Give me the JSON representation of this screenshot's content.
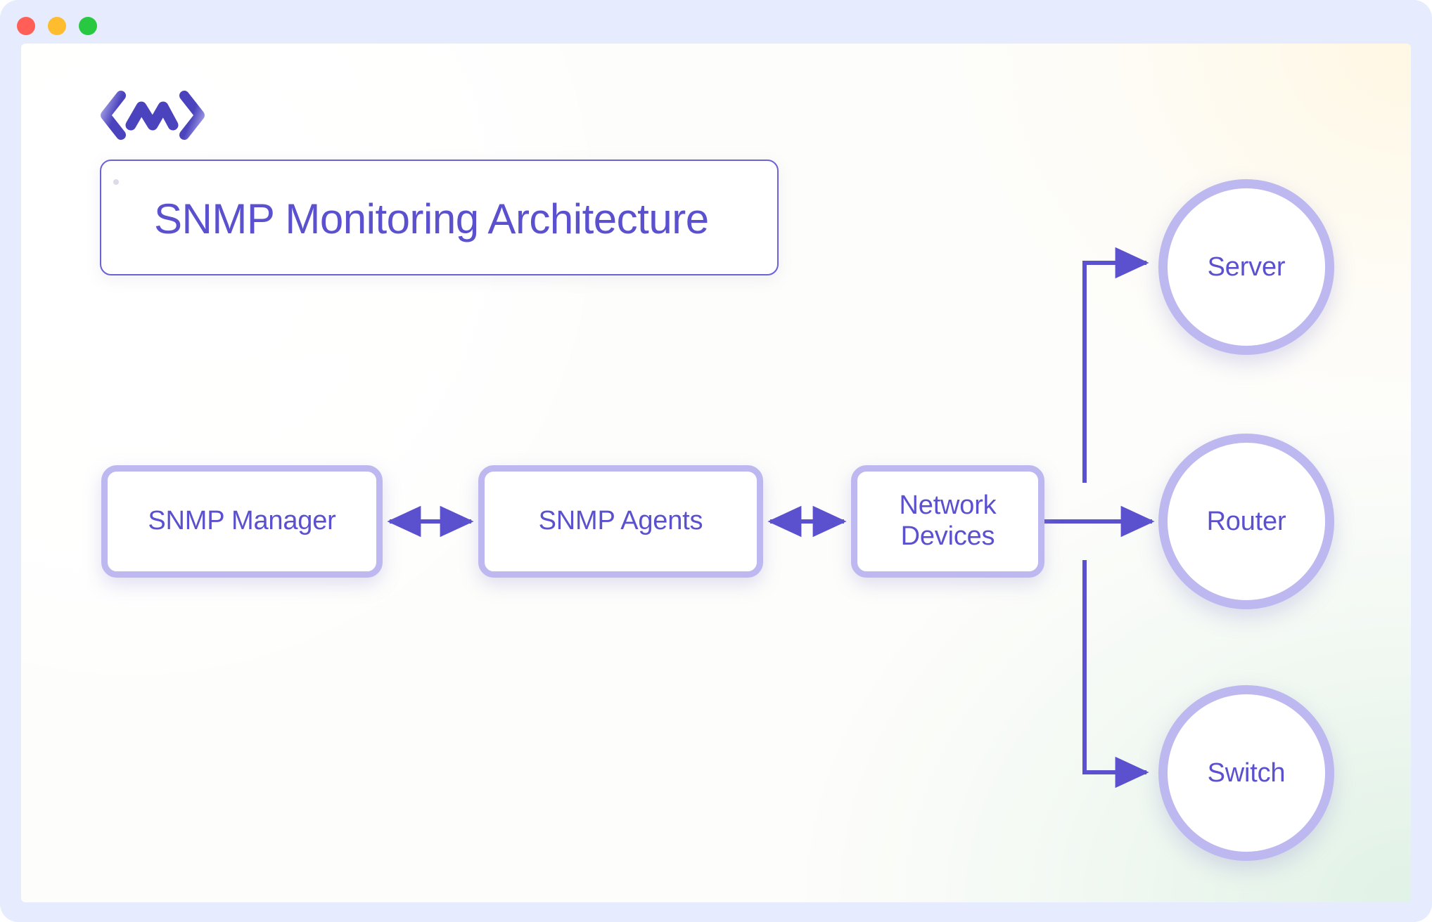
{
  "window": {
    "controls": [
      {
        "name": "close",
        "color": "#ff5f57"
      },
      {
        "name": "minimize",
        "color": "#febc2e"
      },
      {
        "name": "maximize",
        "color": "#28c840"
      }
    ],
    "chrome_color": "#e6ebfd"
  },
  "branding": {
    "logo_name": "code-chevron-wave-logo",
    "logo_colors": {
      "primary": "#4a43bd",
      "secondary": "#a9a3e8"
    }
  },
  "header": {
    "title": "SNMP Monitoring Architecture",
    "title_color": "#5b51cf",
    "border_color": "#6b62d6"
  },
  "theme": {
    "accent": "#5b51cf",
    "node_border": "#bdb8ef",
    "arrow_color": "#5b51cf",
    "canvas_warm": "#fff7e1",
    "canvas_cool": "#dff1e4"
  },
  "diagram": {
    "type": "flowchart",
    "nodes": [
      {
        "id": "snmp-manager",
        "label": "SNMP Manager",
        "shape": "rounded-rect"
      },
      {
        "id": "snmp-agents",
        "label": "SNMP Agents",
        "shape": "rounded-rect"
      },
      {
        "id": "network-devices",
        "label": "Network\nDevices",
        "shape": "rounded-rect"
      },
      {
        "id": "server",
        "label": "Server",
        "shape": "circle"
      },
      {
        "id": "router",
        "label": "Router",
        "shape": "circle"
      },
      {
        "id": "switch",
        "label": "Switch",
        "shape": "circle"
      }
    ],
    "edges": [
      {
        "from": "snmp-manager",
        "to": "snmp-agents",
        "direction": "bidirectional"
      },
      {
        "from": "snmp-agents",
        "to": "network-devices",
        "direction": "bidirectional"
      },
      {
        "from": "network-devices",
        "to": "server",
        "direction": "forward"
      },
      {
        "from": "network-devices",
        "to": "router",
        "direction": "forward"
      },
      {
        "from": "network-devices",
        "to": "switch",
        "direction": "forward"
      }
    ]
  }
}
